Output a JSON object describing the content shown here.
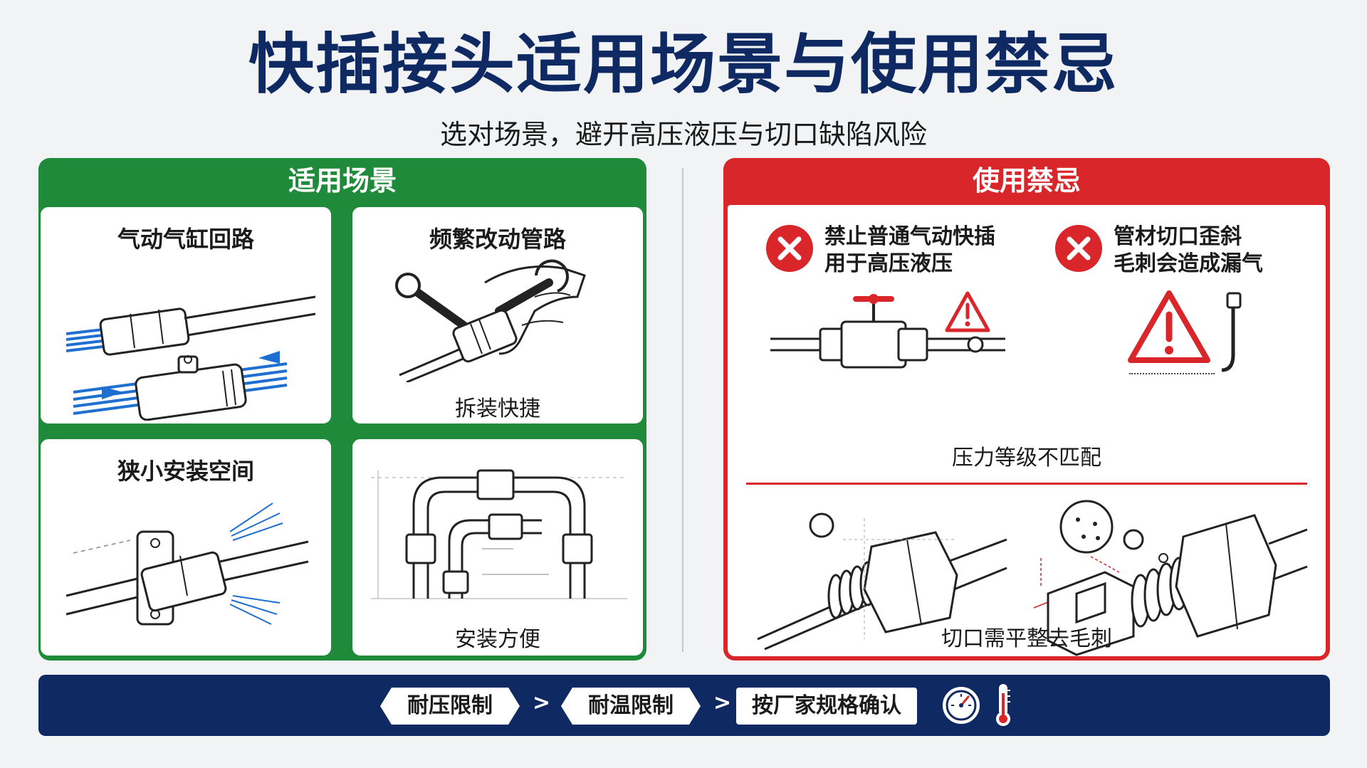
{
  "title": "快插接头适用场景与使用禁忌",
  "subtitle": "选对场景，避开高压液压与切口缺陷风险",
  "applicable": {
    "header": "适用场景",
    "cards": [
      {
        "title": "气动气缸回路",
        "caption": ""
      },
      {
        "title": "频繁改动管路",
        "caption": "拆装快捷"
      },
      {
        "title": "狭小安装空间",
        "caption": ""
      },
      {
        "title": "",
        "caption": "安装方便"
      }
    ]
  },
  "forbidden": {
    "header": "使用禁忌",
    "warning1": {
      "line1": "禁止普通气动快插",
      "line2": "用于高压液压"
    },
    "warning2": {
      "line1": "管材切口歪斜",
      "line2": "毛刺会造成漏气"
    },
    "caption_top": "压力等级不匹配",
    "caption_bottom": "切口需平整去毛刺"
  },
  "bottom": {
    "steps": [
      "耐压限制",
      "耐温限制",
      "按厂家规格确认"
    ],
    "separator": ">"
  },
  "colors": {
    "navy": "#0f2a63",
    "green": "#1f8a3a",
    "red": "#d8262a",
    "flow_blue": "#1e6fd0"
  },
  "icons": [
    "x-circle-icon",
    "warning-triangle-icon",
    "pressure-gauge-icon",
    "thermometer-icon"
  ]
}
